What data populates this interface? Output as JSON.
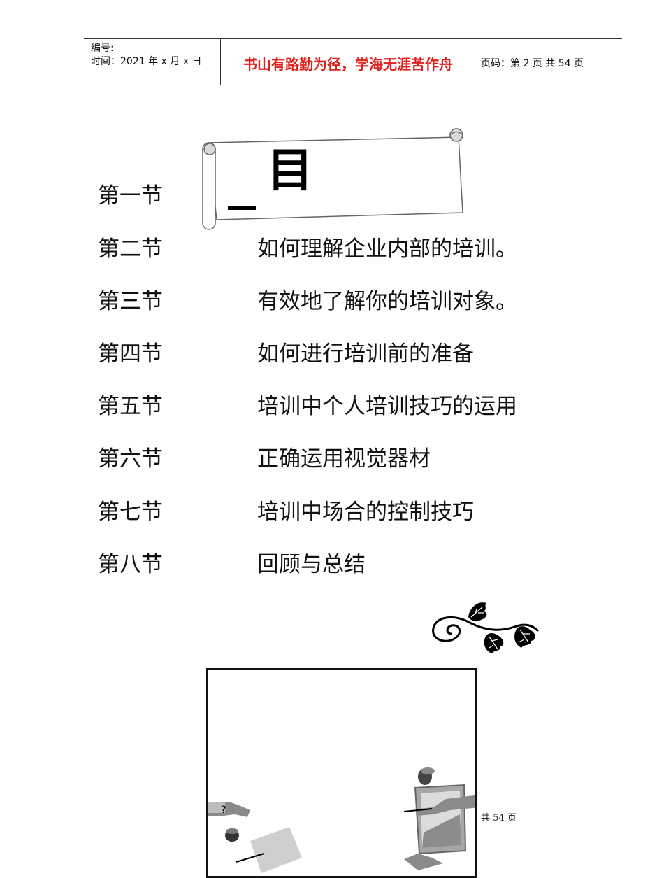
{
  "header": {
    "code_label": "编号:",
    "time_label": "时间：2021 年 x 月 x 日",
    "motto": "书山有路勤为径，学海无涯苦作舟",
    "page_info": "页码：第 2 页  共 54 页",
    "motto_color": "#e0201c"
  },
  "banner": {
    "text": "目",
    "icon": "scroll-banner-icon"
  },
  "toc": [
    {
      "num": "第一节",
      "title": ""
    },
    {
      "num": "第二节",
      "title": "如何理解企业内部的培训。"
    },
    {
      "num": "第三节",
      "title": "有效地了解你的培训对象。"
    },
    {
      "num": "第四节",
      "title": "如何进行培训前的准备"
    },
    {
      "num": "第五节",
      "title": "培训中个人培训技巧的运用"
    },
    {
      "num": "第六节",
      "title": "正确运用视觉器材"
    },
    {
      "num": "第七节",
      "title": "培训中场合的控制技巧"
    },
    {
      "num": "第八节",
      "title": "回顾与总结"
    }
  ],
  "decorations": {
    "vine": "vine-leaves-icon",
    "clipart": "meeting-table-clipart"
  },
  "footer": {
    "page_total": "共  54  页"
  }
}
